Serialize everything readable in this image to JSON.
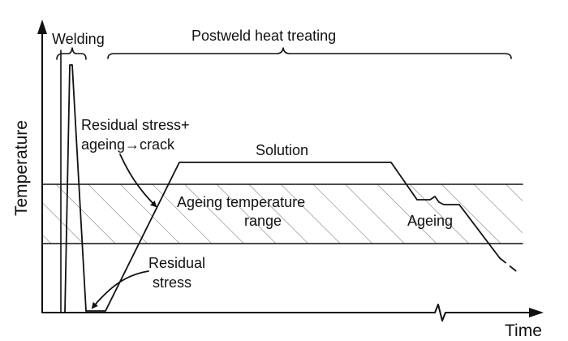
{
  "labels": {
    "welding": "Welding",
    "postweld": "Postweld heat treating",
    "y_axis": "Temperature",
    "x_axis": "Time",
    "crack_line1": "Residual stress+",
    "crack_line2": "ageing→crack",
    "solution": "Solution",
    "ageing_range_line1": "Ageing temperature",
    "ageing_range_line2": "range",
    "ageing": "Ageing",
    "residual_line1": "Residual",
    "residual_line2": "stress"
  },
  "colors": {
    "ink": "#111111",
    "hatch": "#8a8a8a",
    "background": "#ffffff"
  }
}
